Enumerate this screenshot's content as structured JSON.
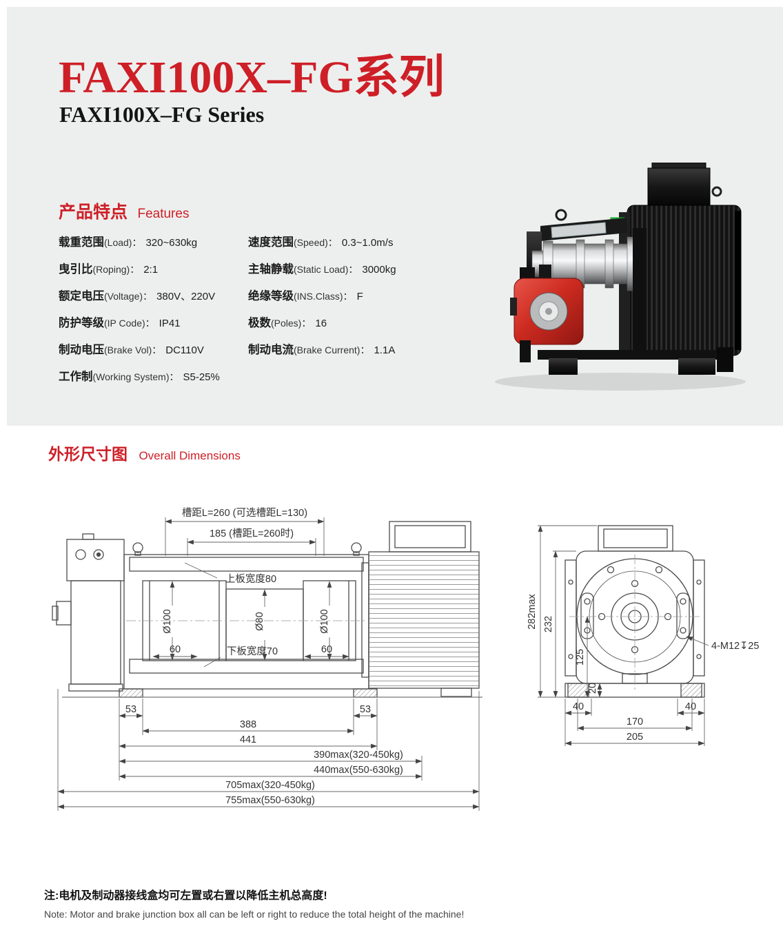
{
  "header": {
    "title_cn": "FAXI100X–FG系列",
    "title_en": "FAXI100X–FG Series"
  },
  "features": {
    "heading_cn": "产品特点",
    "heading_en": "Features",
    "left": [
      {
        "cn": "载重范围",
        "en": "(Load)：",
        "value": "320~630kg"
      },
      {
        "cn": "曳引比",
        "en": "(Roping)：",
        "value": "2:1"
      },
      {
        "cn": "额定电压",
        "en": "(Voltage)：",
        "value": "380V、220V"
      },
      {
        "cn": "防护等级",
        "en": "(IP Code)：",
        "value": "IP41"
      },
      {
        "cn": "制动电压",
        "en": "(Brake Vol)：",
        "value": "DC110V"
      },
      {
        "cn": "工作制",
        "en": "(Working System)：",
        "value": "S5-25%"
      }
    ],
    "right": [
      {
        "cn": "速度范围",
        "en": "(Speed)：",
        "value": "0.3~1.0m/s"
      },
      {
        "cn": "主轴静载",
        "en": "(Static Load)：",
        "value": "3000kg"
      },
      {
        "cn": "绝缘等级",
        "en": "(INS.Class)：",
        "value": "F"
      },
      {
        "cn": "极数",
        "en": "(Poles)：",
        "value": "16"
      },
      {
        "cn": "制动电流",
        "en": "(Brake Current)：",
        "value": "1.1A"
      }
    ]
  },
  "dimensions": {
    "heading_cn": "外形尺寸图",
    "heading_en": "Overall Dimensions",
    "side": {
      "groove": "槽距L=260 (可选槽距L=130)",
      "pitch185": "185 (槽距L=260时)",
      "top_plate": "上板宽度80",
      "d100_left": "Ø100",
      "d80": "Ø80",
      "d100_right": "Ø100",
      "bottom_plate": "下板宽度70",
      "n60_left": "60",
      "n60_right": "60",
      "n53_left": "53",
      "n53_right": "53",
      "n388": "388",
      "n441": "441",
      "max390": "390max(320-450kg)",
      "max440": "440max(550-630kg)",
      "max705": "705max(320-450kg)",
      "max755": "755max(550-630kg)"
    },
    "front": {
      "max282": "282max",
      "n232": "232",
      "n125": "125",
      "n20": "20",
      "bolt": "4-M12↧25",
      "n40_left": "40",
      "n40_right": "40",
      "n170": "170",
      "n205": "205"
    }
  },
  "notes": {
    "cn": "注:电机及制动器接线盒均可左置或右置以降低主机总高度!",
    "en": "Note: Motor and brake junction box all can be left or right to reduce the total height of the machine!"
  },
  "colors": {
    "accent_red": "#ce1f27",
    "panel_bg": "#edefee",
    "brake_red": "#cd2b20"
  }
}
